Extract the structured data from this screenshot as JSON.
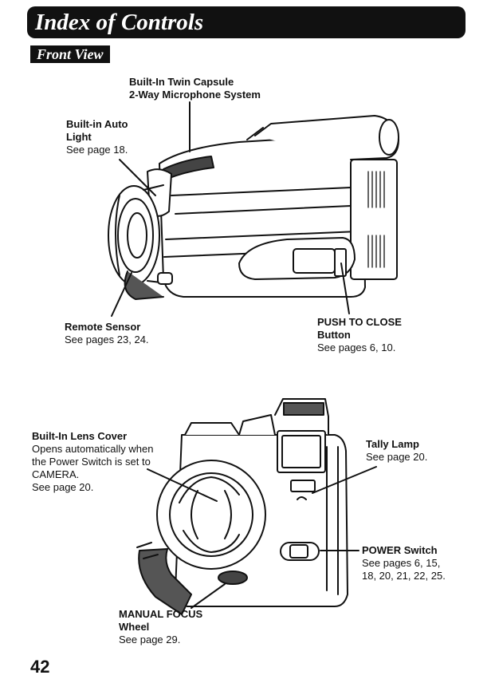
{
  "header": {
    "title": "Index of Controls"
  },
  "section": {
    "title": "Front View"
  },
  "callouts": {
    "microphone": {
      "name_line1": "Built-In Twin Capsule",
      "name_line2": "2-Way Microphone System"
    },
    "auto_light": {
      "name_line1": "Built-in Auto",
      "name_line2": "Light",
      "ref": "See page 18."
    },
    "remote_sensor": {
      "name": "Remote Sensor",
      "ref": "See pages 23, 24."
    },
    "push_to_close": {
      "name_line1": "PUSH TO CLOSE",
      "name_line2": "Button",
      "ref": "See pages 6, 10."
    },
    "lens_cover": {
      "name": "Built-In Lens Cover",
      "desc_line1": "Opens automatically when",
      "desc_line2": "the Power Switch is set to",
      "desc_line3": "CAMERA.",
      "ref": "See page 20."
    },
    "tally_lamp": {
      "name": "Tally Lamp",
      "ref": "See page 20."
    },
    "power_switch": {
      "name": "POWER Switch",
      "ref_line1": "See pages 6, 15,",
      "ref_line2": "18, 20, 21, 22, 25."
    },
    "manual_focus": {
      "name_line1": "MANUAL FOCUS",
      "name_line2": "Wheel",
      "ref": "See page 29."
    }
  },
  "footer": {
    "page_number": "42"
  }
}
